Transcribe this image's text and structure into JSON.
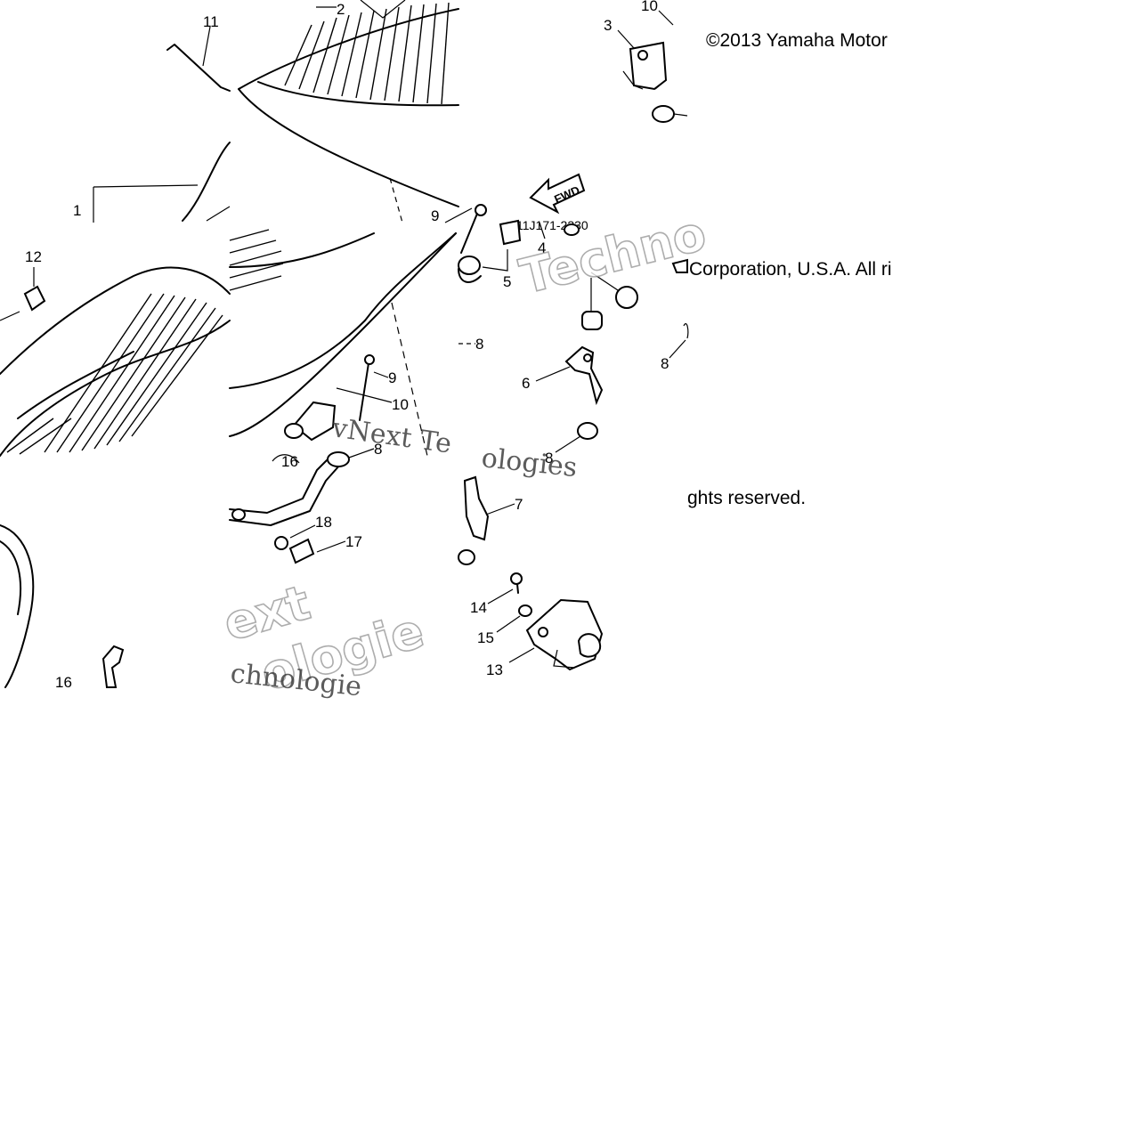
{
  "diagram": {
    "copyright_line1": "©2013 Yamaha Motor",
    "copyright_line2": "Corporation, U.S.A. All ri",
    "copyright_line3": "ghts reserved.",
    "part_ref_number": "11J171-2330",
    "fwd_arrow_label": "FWD",
    "watermark_outline": "Techno",
    "watermark_outline_2": "ext",
    "watermark_outline_3": "ologie",
    "watermark_serif": "vNext Te",
    "watermark_serif_2": "chnologie",
    "watermark_serif_3": "ologies",
    "callouts": {
      "c1": "1",
      "c2": "2",
      "c3": "3",
      "c4": "4",
      "c5": "5",
      "c6": "6",
      "c7": "7",
      "c8a": "8",
      "c8b": "8",
      "c8c": "8",
      "c8d": "8",
      "c9a": "9",
      "c9b": "9",
      "c10a": "10",
      "c10b": "10",
      "c11": "11",
      "c12": "12",
      "c13": "13",
      "c14": "14",
      "c15": "15",
      "c16a": "16",
      "c16b": "16",
      "c17": "17",
      "c18": "18"
    }
  }
}
